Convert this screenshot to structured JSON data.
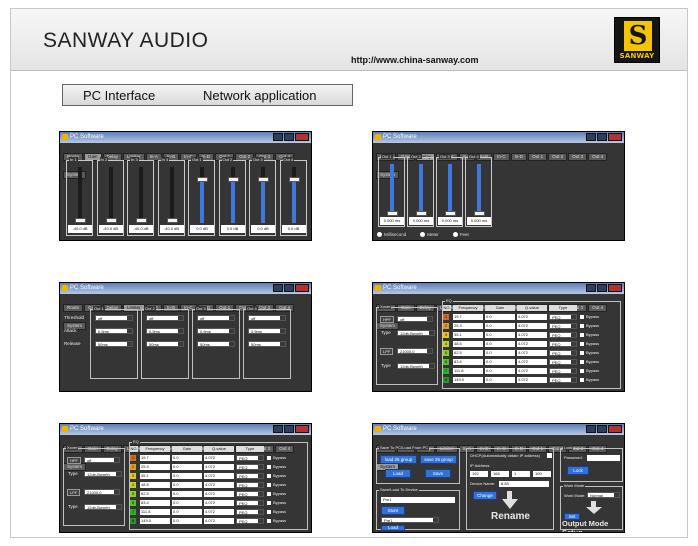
{
  "header": {
    "brand": "SANWAY AUDIO",
    "website": "http://www.china-sanway.com",
    "logo_letter": "S",
    "logo_word": "SANWAY"
  },
  "section": {
    "items": [
      "PC Interface",
      "Network application"
    ]
  },
  "window": {
    "title": "PC Software",
    "tabs": [
      "Route",
      "Gain",
      "Delay",
      "Limiter",
      "In-A",
      "In-B",
      "In-C",
      "In-D",
      "Out 1",
      "Out 2",
      "Out 3",
      "Out 4",
      "System"
    ]
  },
  "gain_panel": {
    "channels": [
      {
        "label": "In 1",
        "readout": "-40.0 dB",
        "level": 0.05
      },
      {
        "label": "In 2",
        "readout": "-40.0 dB",
        "level": 0.05
      },
      {
        "label": "In 3",
        "readout": "-40.0 dB",
        "level": 0.05
      },
      {
        "label": "In 4",
        "readout": "-40.0 dB",
        "level": 0.05
      },
      {
        "label": "Out 1",
        "readout": "0.0 dB",
        "level": 0.78
      },
      {
        "label": "Out 2",
        "readout": "0.0 dB",
        "level": 0.78
      },
      {
        "label": "Out 3",
        "readout": "0.0 dB",
        "level": 0.78
      },
      {
        "label": "Out 4",
        "readout": "0.0 dB",
        "level": 0.78
      }
    ]
  },
  "delay_panel": {
    "channels": [
      {
        "label": "Out 1",
        "readout": "0.000 ms"
      },
      {
        "label": "Out 2",
        "readout": "0.000 ms"
      },
      {
        "label": "Out 3",
        "readout": "0.000 ms"
      },
      {
        "label": "Out 4",
        "readout": "0.000 ms"
      }
    ],
    "units": [
      "Millisecond",
      "Meter",
      "Feet"
    ]
  },
  "limiter_panel": {
    "row_labels": [
      "Threshold",
      "Attack",
      "Release"
    ],
    "groups": [
      "Out 1",
      "Out 2",
      "Out 3",
      "Out 4"
    ],
    "values": [
      "off",
      "0.5ms",
      "50ms"
    ]
  },
  "eq_panel": {
    "group_xover": "Xover",
    "group_eq": "EQ",
    "hpf_label": "HPF",
    "lpf_label": "LPF",
    "type_label": "Type",
    "hpf_value": "off",
    "lpf_value": "21000.0",
    "filter_type": "12db-Bworth",
    "headers": [
      "NO.",
      "Frequency",
      "Gain",
      "Q-value",
      "Type"
    ],
    "bands": [
      {
        "no": "1",
        "freq": "19.7",
        "gain": "0.0",
        "q": "4.072",
        "type": "PEQ",
        "color": "#d46a1f"
      },
      {
        "no": "2",
        "freq": "25.3",
        "gain": "0.0",
        "q": "4.072",
        "type": "PEQ",
        "color": "#e39b1b"
      },
      {
        "no": "3",
        "freq": "35.1",
        "gain": "0.0",
        "q": "4.072",
        "type": "PEQ",
        "color": "#e9c21c"
      },
      {
        "no": "4",
        "freq": "48.5",
        "gain": "0.0",
        "q": "4.072",
        "type": "PEQ",
        "color": "#c6d21a"
      },
      {
        "no": "5",
        "freq": "62.5",
        "gain": "0.0",
        "q": "4.072",
        "type": "PEQ",
        "color": "#8fcf1d"
      },
      {
        "no": "6",
        "freq": "83.4",
        "gain": "0.0",
        "q": "4.072",
        "type": "PEQ",
        "color": "#4fc423"
      },
      {
        "no": "7",
        "freq": "111.8",
        "gain": "0.0",
        "q": "4.072",
        "type": "PEQ",
        "color": "#2fae2a"
      },
      {
        "no": "8",
        "freq": "149.0",
        "gain": "0.0",
        "q": "4.072",
        "type": "PEQ",
        "color": "#27962c"
      }
    ],
    "bypass_label": "Bypass"
  },
  "system_panel": {
    "save_group": "Save To PC/Load From PC",
    "load_all": "load 25 group",
    "save_all": "save 25 group",
    "load_btn": "Load",
    "save_btn": "Save",
    "device_group": "Save/Load To Device",
    "preset1": "Pre1",
    "store_btn": "Store",
    "recall_btn": "Load",
    "dhcp_label": "DHCP(Automatically obtain IP address)",
    "ip_label": "IP Address:",
    "ip": [
      "192",
      "168",
      "1",
      "100"
    ],
    "device_name_label": "Device Name:",
    "device_name": "8.83",
    "change_btn": "Change",
    "rename_caption": "Rename",
    "lock_group": "Lock",
    "password_label": "Password:",
    "lock_btn": "Lock",
    "work_group": "Work Mode",
    "work_label": "Work Mode:",
    "work_value": "Normal",
    "set_btn": "Set",
    "setup_caption": "Output Mode Setup"
  }
}
